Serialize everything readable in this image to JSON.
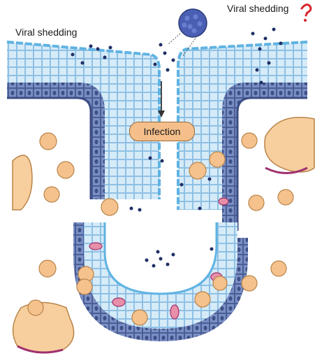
{
  "labels": {
    "viral_shedding_left": "Viral shedding",
    "viral_shedding_right": "Viral shedding",
    "infection": "Infection"
  },
  "colors": {
    "epithelium_light": "#cfe6f5",
    "epithelium_mid": "#9cc9ea",
    "basal_dark": "#6d82b8",
    "basal_deep": "#4a5c95",
    "mucus": "#5fb3e3",
    "virion": "#1f2f66",
    "virus_particle": "#4a5fb4",
    "immune_cell": "#f5c28e",
    "immune_outline": "#b98448",
    "infected_cell": "#e78fa8",
    "macrophage_edge": "#a0306e",
    "accent_red": "#d9232a"
  },
  "icons": {
    "virus": "virus-particle-icon",
    "arrow": "down-arrow-icon",
    "question": "question-mark-icon"
  }
}
